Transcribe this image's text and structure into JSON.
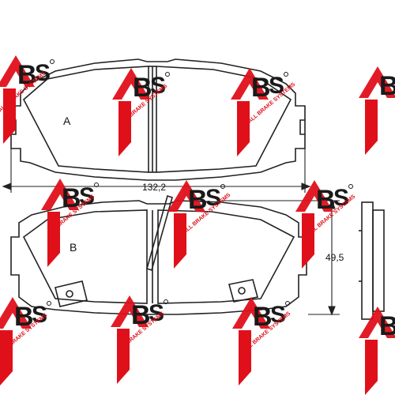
{
  "drawing": {
    "pad_a_label": "A",
    "pad_b_label": "B",
    "width_dimension": "132,2",
    "height_dimension": "49,5"
  },
  "watermark": {
    "logo_text": "ABS",
    "tagline": "ALL BRAKE SYSTEMS",
    "accent_color": "#e0101a",
    "dark_color": "#1a1a1a"
  }
}
